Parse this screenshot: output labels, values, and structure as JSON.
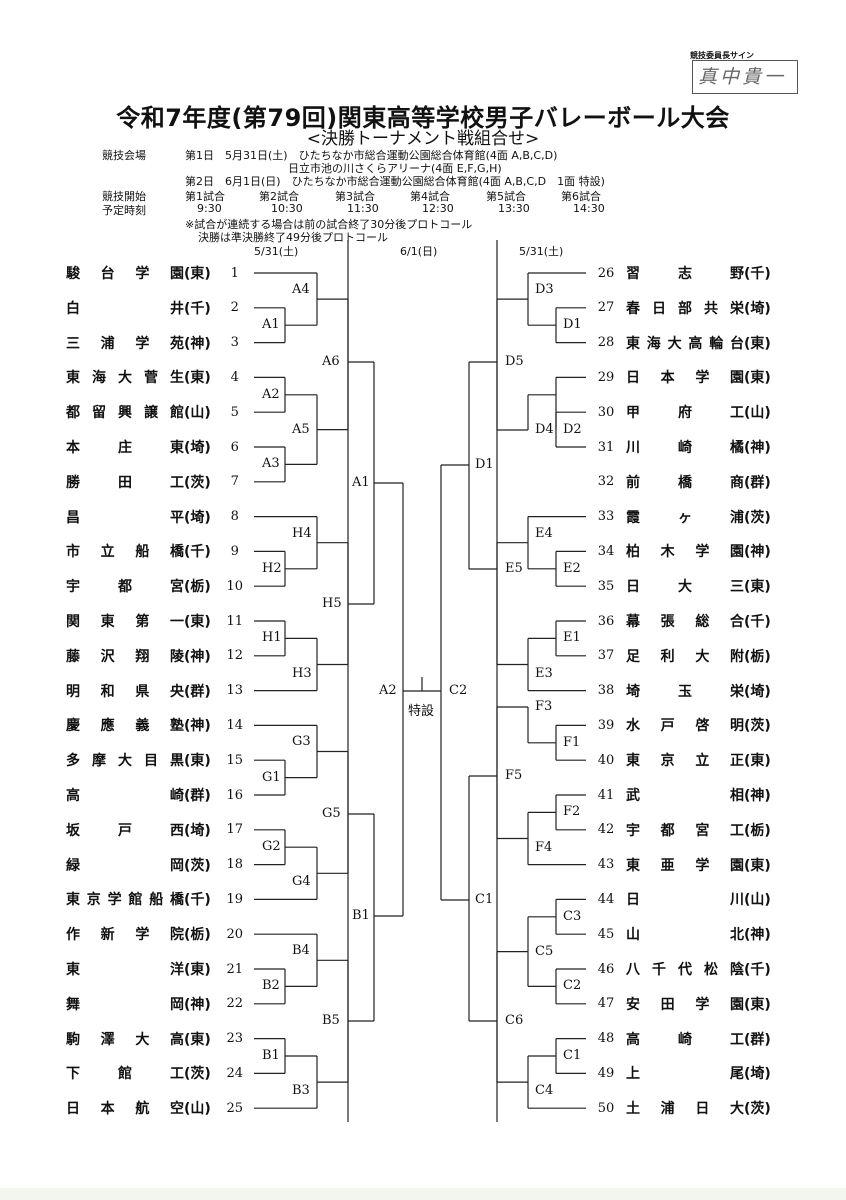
{
  "signature": {
    "label": "競技委員長サイン",
    "name": "真中貴一"
  },
  "title": "令和7年度(第79回)関東高等学校男子バレーボール大会",
  "subtitle": "<決勝トーナメント戦組合せ>",
  "venue": {
    "label": "競技会場",
    "day1": "第1日　5月31日(土)　ひたちなか市総合運動公園総合体育館(4面 A,B,C,D)",
    "day1b": "日立市池の川さくらアリーナ(4面 E,F,G,H)",
    "day2": "第2日　6月1日(日)　ひたちなか市総合運動公園総合体育館(4面 A,B,C,D　1面 特設)"
  },
  "schedule": {
    "label1": "競技開始",
    "label2": "予定時刻",
    "games": [
      "第1試合",
      "第2試合",
      "第3試合",
      "第4試合",
      "第5試合",
      "第6試合"
    ],
    "times": [
      "9:30",
      "10:30",
      "11:30",
      "12:30",
      "13:30",
      "14:30"
    ]
  },
  "notes": [
    "※試合が連続する場合は前の試合終了30分後プロトコール",
    "決勝は準決勝終了49分後プロトコール"
  ],
  "dates": {
    "left": "5/31(土)",
    "center": "6/1(日)",
    "right": "5/31(土)"
  },
  "left_teams": [
    {
      "name": "駿台学園",
      "pref": "(東)",
      "num": "1"
    },
    {
      "name": "白井",
      "pref": "(千)",
      "num": "2"
    },
    {
      "name": "三浦学苑",
      "pref": "(神)",
      "num": "3"
    },
    {
      "name": "東海大菅生",
      "pref": "(東)",
      "num": "4"
    },
    {
      "name": "都留興譲館",
      "pref": "(山)",
      "num": "5"
    },
    {
      "name": "本庄東",
      "pref": "(埼)",
      "num": "6"
    },
    {
      "name": "勝田工",
      "pref": "(茨)",
      "num": "7"
    },
    {
      "name": "昌平",
      "pref": "(埼)",
      "num": "8"
    },
    {
      "name": "市立船橋",
      "pref": "(千)",
      "num": "9"
    },
    {
      "name": "宇都宮",
      "pref": "(栃)",
      "num": "10"
    },
    {
      "name": "関東第一",
      "pref": "(東)",
      "num": "11"
    },
    {
      "name": "藤沢翔陵",
      "pref": "(神)",
      "num": "12"
    },
    {
      "name": "明和県央",
      "pref": "(群)",
      "num": "13"
    },
    {
      "name": "慶應義塾",
      "pref": "(神)",
      "num": "14"
    },
    {
      "name": "多摩大目黒",
      "pref": "(東)",
      "num": "15"
    },
    {
      "name": "高崎",
      "pref": "(群)",
      "num": "16"
    },
    {
      "name": "坂戸西",
      "pref": "(埼)",
      "num": "17"
    },
    {
      "name": "緑岡",
      "pref": "(茨)",
      "num": "18"
    },
    {
      "name": "東京学館船橋",
      "pref": "(千)",
      "num": "19"
    },
    {
      "name": "作新学院",
      "pref": "(栃)",
      "num": "20"
    },
    {
      "name": "東洋",
      "pref": "(東)",
      "num": "21"
    },
    {
      "name": "舞岡",
      "pref": "(神)",
      "num": "22"
    },
    {
      "name": "駒澤大高",
      "pref": "(東)",
      "num": "23"
    },
    {
      "name": "下館工",
      "pref": "(茨)",
      "num": "24"
    },
    {
      "name": "日本航空",
      "pref": "(山)",
      "num": "25"
    }
  ],
  "right_teams": [
    {
      "name": "習志野",
      "pref": "(千)",
      "num": "26"
    },
    {
      "name": "春日部共栄",
      "pref": "(埼)",
      "num": "27"
    },
    {
      "name": "東海大高輪台",
      "pref": "(東)",
      "num": "28"
    },
    {
      "name": "日本学園",
      "pref": "(東)",
      "num": "29"
    },
    {
      "name": "甲府工",
      "pref": "(山)",
      "num": "30"
    },
    {
      "name": "川崎橘",
      "pref": "(神)",
      "num": "31"
    },
    {
      "name": "前橋商",
      "pref": "(群)",
      "num": "32"
    },
    {
      "name": "霞ヶ浦",
      "pref": "(茨)",
      "num": "33"
    },
    {
      "name": "柏木学園",
      "pref": "(神)",
      "num": "34"
    },
    {
      "name": "日大三",
      "pref": "(東)",
      "num": "35"
    },
    {
      "name": "幕張総合",
      "pref": "(千)",
      "num": "36"
    },
    {
      "name": "足利大附",
      "pref": "(栃)",
      "num": "37"
    },
    {
      "name": "埼玉栄",
      "pref": "(埼)",
      "num": "38"
    },
    {
      "name": "水戸啓明",
      "pref": "(茨)",
      "num": "39"
    },
    {
      "name": "東京立正",
      "pref": "(東)",
      "num": "40"
    },
    {
      "name": "武相",
      "pref": "(神)",
      "num": "41"
    },
    {
      "name": "宇都宮工",
      "pref": "(栃)",
      "num": "42"
    },
    {
      "name": "東亜学園",
      "pref": "(東)",
      "num": "43"
    },
    {
      "name": "日川",
      "pref": "(山)",
      "num": "44"
    },
    {
      "name": "山北",
      "pref": "(神)",
      "num": "45"
    },
    {
      "name": "八千代松陰",
      "pref": "(千)",
      "num": "46"
    },
    {
      "name": "安田学園",
      "pref": "(東)",
      "num": "47"
    },
    {
      "name": "高崎工",
      "pref": "(群)",
      "num": "48"
    },
    {
      "name": "上尾",
      "pref": "(埼)",
      "num": "49"
    },
    {
      "name": "土浦日大",
      "pref": "(茨)",
      "num": "50"
    }
  ],
  "match_labels": {
    "A4": "A4",
    "A1s": "A1",
    "A6": "A6",
    "A2s": "A2",
    "A5": "A5",
    "A3": "A3",
    "H4": "H4",
    "H2": "H2",
    "H5": "H5",
    "H1": "H1",
    "H3": "H3",
    "G3": "G3",
    "G1": "G1",
    "G5": "G5",
    "G2": "G2",
    "G4": "G4",
    "B4": "B4",
    "B2": "B2",
    "B5": "B5",
    "B1s": "B1",
    "B3": "B3",
    "A1": "A1",
    "B1": "B1",
    "A2": "A2",
    "C2": "C2",
    "final": "特設",
    "D3": "D3",
    "D1s": "D1",
    "D5": "D5",
    "D2": "D2",
    "D4": "D4",
    "E4": "E4",
    "E2": "E2",
    "E5": "E5",
    "E1": "E1",
    "E3": "E3",
    "F3": "F3",
    "F1": "F1",
    "F5": "F5",
    "F2": "F2",
    "F4": "F4",
    "C3": "C3",
    "C5": "C5",
    "C2s": "C2",
    "C6": "C6",
    "C1s": "C1",
    "C4": "C4",
    "D1": "D1",
    "C1": "C1"
  }
}
